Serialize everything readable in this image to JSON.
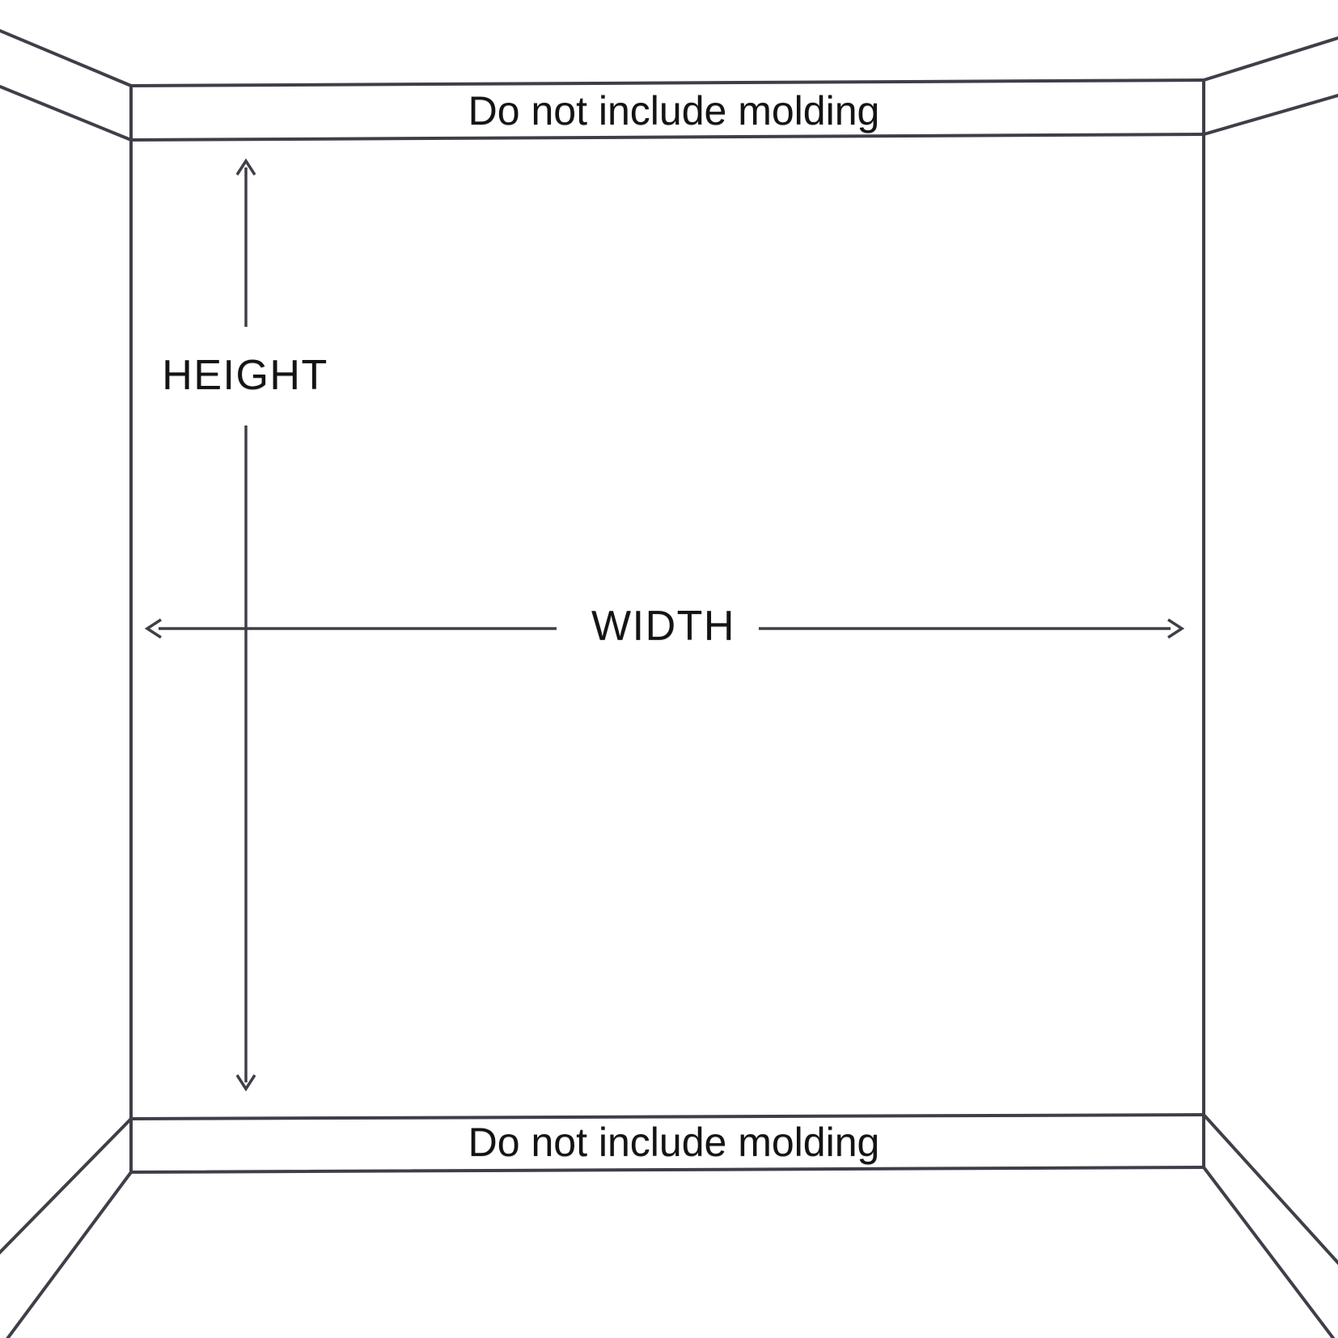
{
  "labels": {
    "top_molding_note": "Do not include molding",
    "bottom_molding_note": "Do not include molding",
    "height_label": "HEIGHT",
    "width_label": "WIDTH"
  },
  "colors": {
    "background": "#ffffff",
    "line": "#3f3f49",
    "text": "#141414"
  },
  "icons": {
    "height_arrow": "double-headed-vertical-arrow",
    "width_arrow": "double-headed-horizontal-arrow"
  }
}
